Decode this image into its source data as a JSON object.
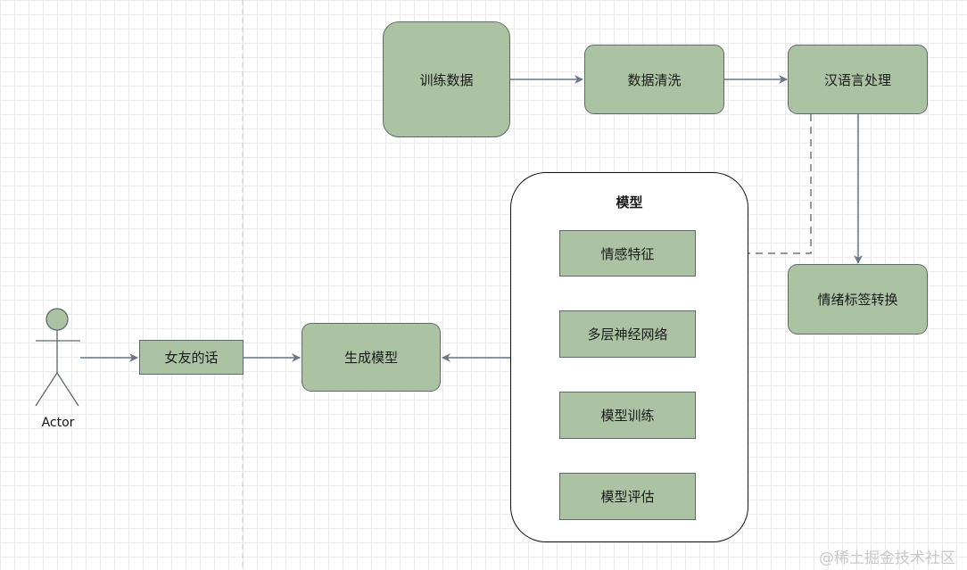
{
  "nodes": {
    "training_data": "训练数据",
    "data_cleaning": "数据清洗",
    "chinese_nlp": "汉语言处理",
    "emotion_label": "情绪标签转换",
    "girlfriend_words": "女友的话",
    "generate_model": "生成模型"
  },
  "model": {
    "title": "模型",
    "steps": [
      "情感特征",
      "多层神经网络",
      "模型训练",
      "模型评估"
    ]
  },
  "actor": {
    "label": "Actor"
  },
  "watermark": "@稀土掘金技术社区",
  "colors": {
    "node_fill": "#abc2a3",
    "node_border": "#5f6b68",
    "arrow": "#6b7687"
  }
}
